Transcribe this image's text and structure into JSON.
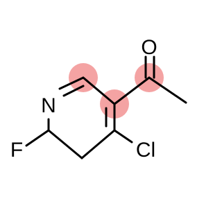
{
  "molecule": {
    "atoms": {
      "oxygen": "O",
      "nitrogen": "N",
      "fluorine": "F",
      "chlorine": "Cl"
    },
    "highlight_color": "#f4a3a3",
    "bond_color": "#000000",
    "label_color": "#000000"
  }
}
